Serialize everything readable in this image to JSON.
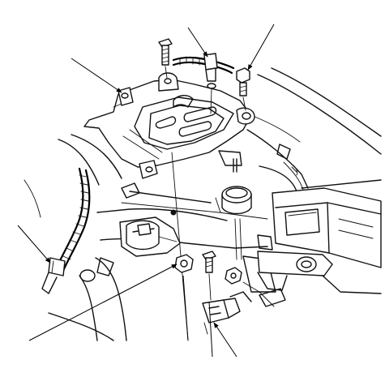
{
  "diagram": {
    "style": "line-art",
    "colors": {
      "ink": "#111111",
      "background": "#ffffff"
    },
    "parts": [
      {
        "id": "bracket-cover",
        "icon": "bracket-icon"
      },
      {
        "id": "top-bolt-left",
        "icon": "bolt-icon"
      },
      {
        "id": "top-clip-harness",
        "icon": "harness-clip-icon"
      },
      {
        "id": "top-bolt-right",
        "icon": "bolt-icon"
      },
      {
        "id": "side-harness",
        "icon": "harness-icon"
      },
      {
        "id": "lower-nut",
        "icon": "nut-icon"
      },
      {
        "id": "lower-bolt",
        "icon": "bolt-icon"
      },
      {
        "id": "lower-bracket",
        "icon": "bracket-icon"
      },
      {
        "id": "engine-mount",
        "icon": "mount-icon"
      }
    ],
    "leader_count": 8
  }
}
